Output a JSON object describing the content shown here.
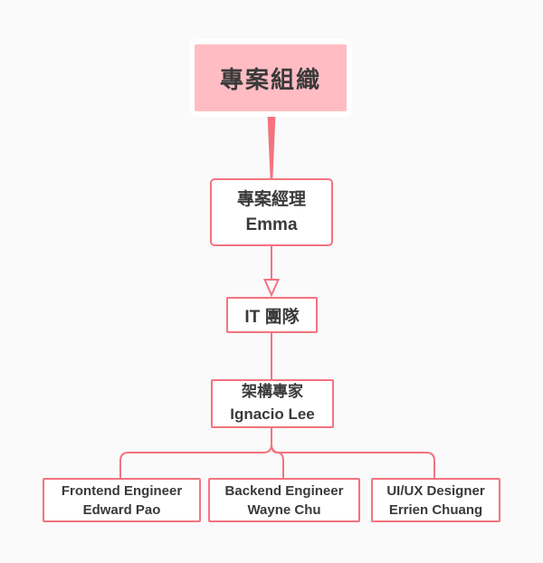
{
  "org_chart": {
    "nodes": {
      "root": {
        "label": "專案組織"
      },
      "pm": {
        "line1": "專案經理",
        "line2": "Emma"
      },
      "it": {
        "line1": "IT 團隊"
      },
      "architect": {
        "line1": "架構專家",
        "line2": "Ignacio Lee"
      },
      "frontend": {
        "line1": "Frontend Engineer",
        "line2": "Edward Pao"
      },
      "backend": {
        "line1": "Backend Engineer",
        "line2": "Wayne Chu"
      },
      "uiux": {
        "line1": "UI/UX Designer",
        "line2": "Errien Chuang"
      }
    },
    "edges": [
      {
        "from": "root",
        "to": "pm",
        "style": "tapered"
      },
      {
        "from": "pm",
        "to": "it",
        "style": "open-triangle-arrow"
      },
      {
        "from": "it",
        "to": "architect",
        "style": "plain"
      },
      {
        "from": "architect",
        "to": "frontend",
        "style": "elbow"
      },
      {
        "from": "architect",
        "to": "backend",
        "style": "elbow"
      },
      {
        "from": "architect",
        "to": "uiux",
        "style": "elbow"
      }
    ],
    "colors": {
      "background": "#fafafa",
      "node_fill_pink": "#ffbdc3",
      "stroke": "#f4737e",
      "text": "#3a3a3a"
    }
  }
}
